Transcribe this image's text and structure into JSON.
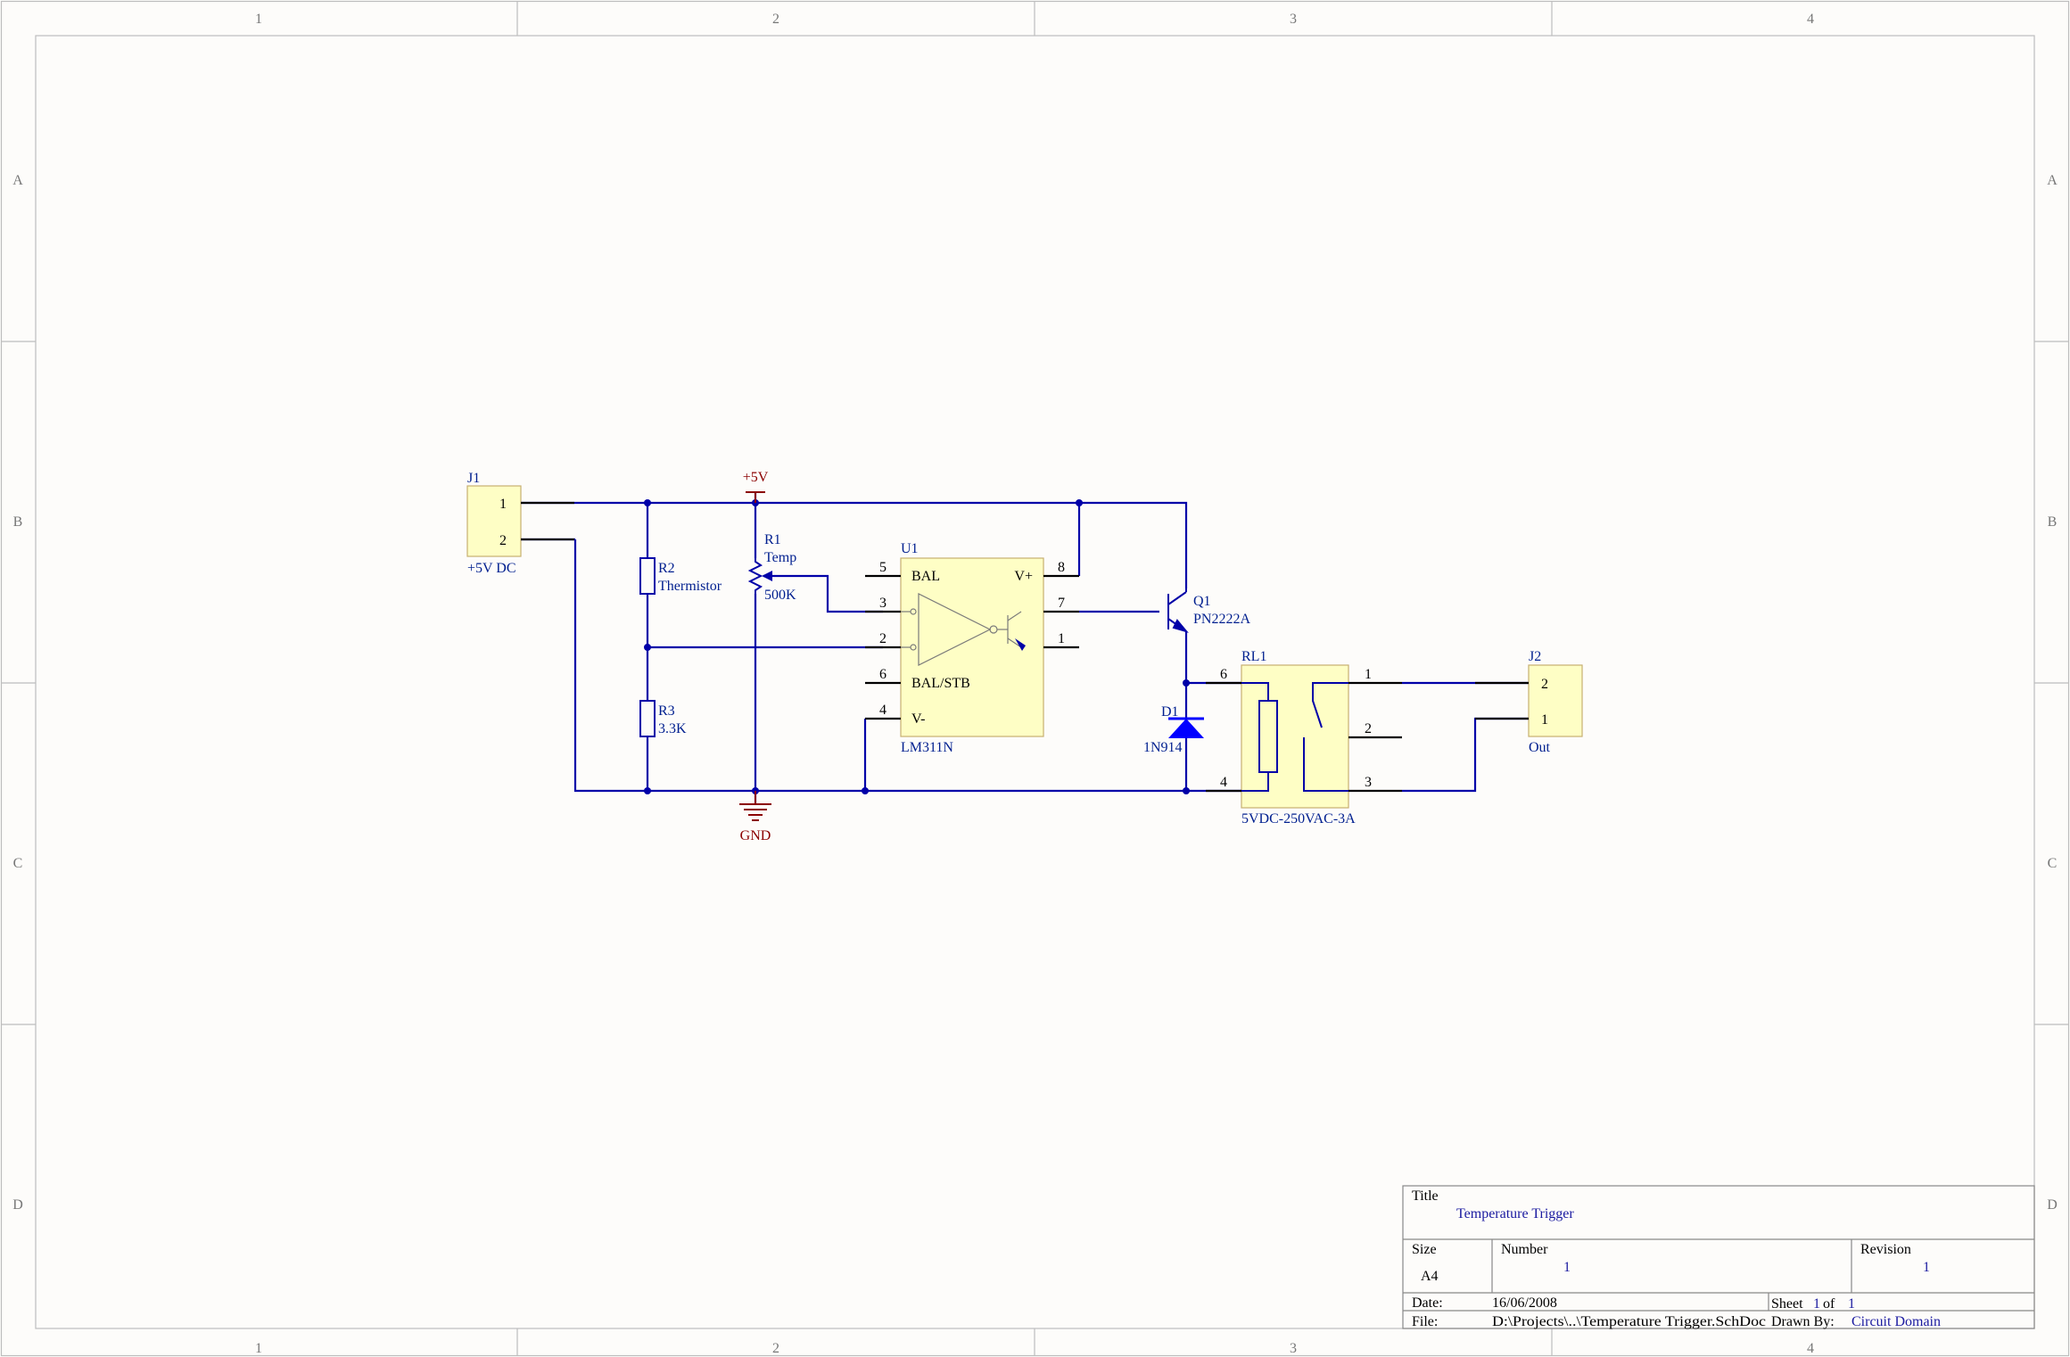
{
  "frame": {
    "columns": [
      "1",
      "2",
      "3",
      "4"
    ],
    "rows": [
      "A",
      "B",
      "C",
      "D"
    ]
  },
  "components": {
    "j1": {
      "ref": "J1",
      "value": "+5V DC",
      "pin1": "1",
      "pin2": "2"
    },
    "r2": {
      "ref": "R2",
      "value": "Thermistor"
    },
    "r3": {
      "ref": "R3",
      "value": "3.3K"
    },
    "r1": {
      "ref": "R1",
      "value": "Temp",
      "value2": "500K"
    },
    "pwr": {
      "label": "+5V"
    },
    "gnd": {
      "label": "GND"
    },
    "u1": {
      "ref": "U1",
      "value": "LM311N",
      "bal": "BAL",
      "vplus": "V+",
      "balstb": "BAL/STB",
      "vminus": "V-",
      "p5": "5",
      "p3": "3",
      "p2": "2",
      "p6": "6",
      "p4": "4",
      "p8": "8",
      "p7": "7",
      "p1": "1"
    },
    "q1": {
      "ref": "Q1",
      "value": "PN2222A"
    },
    "d1": {
      "ref": "D1",
      "value": "1N914"
    },
    "rl1": {
      "ref": "RL1",
      "value": "5VDC-250VAC-3A",
      "p6": "6",
      "p4": "4",
      "p1": "1",
      "p2": "2",
      "p3": "3"
    },
    "j2": {
      "ref": "J2",
      "value": "Out",
      "pin2": "2",
      "pin1": "1"
    }
  },
  "title_block": {
    "title_label": "Title",
    "title": "Temperature Trigger",
    "size_label": "Size",
    "size": "A4",
    "number_label": "Number",
    "number": "1",
    "revision_label": "Revision",
    "revision": "1",
    "date_label": "Date:",
    "date": "16/06/2008",
    "sheet_label": "Sheet",
    "sheet_num": "1",
    "sheet_of": "of",
    "sheet_total": "1",
    "file_label": "File:",
    "file": "D:\\Projects\\..\\Temperature Trigger.SchDoc",
    "drawn_label": "Drawn By:",
    "drawn_by": "Circuit Domain"
  },
  "colors": {
    "wire": "#0000a8",
    "component_fill": "#ffff99",
    "power": "#8b0000",
    "label": "#001f8f"
  }
}
